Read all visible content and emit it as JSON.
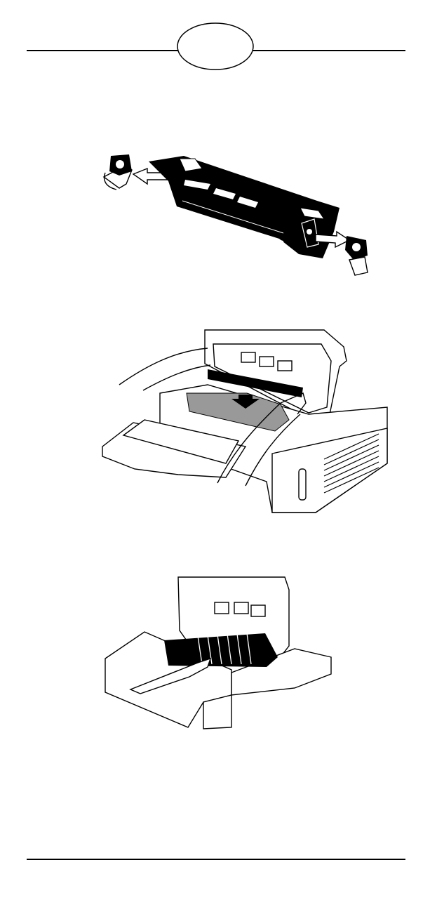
{
  "page": {
    "header_badge_text": "",
    "footer_text": ""
  },
  "figures": [
    {
      "name": "toner-cartridge-removal",
      "depicts": "cartridge-with-end-caps-being-removed"
    },
    {
      "name": "printer-open-inserting-cartridge",
      "depicts": "hands-holding-cartridge-over-open-printer"
    },
    {
      "name": "printer-open-paper-path",
      "depicts": "hand-touching-paper-path-rollers"
    }
  ],
  "colors": {
    "ink": "#000000",
    "paper": "#ffffff"
  }
}
